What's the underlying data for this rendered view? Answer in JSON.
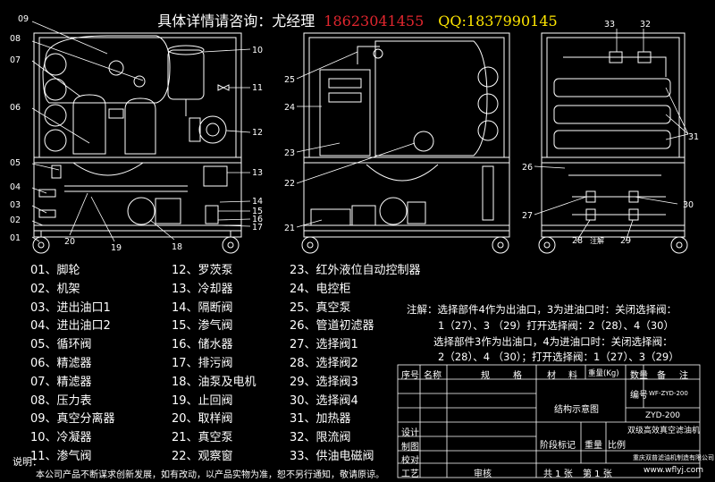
{
  "header": {
    "title": "具体详情请咨询：尤经理",
    "phone": "18623041455",
    "qq": "QQ:1837990145"
  },
  "callouts": {
    "front": [
      "09",
      "08",
      "07",
      "06",
      "05",
      "04",
      "03",
      "02",
      "01",
      "10",
      "11",
      "12",
      "13",
      "14",
      "15",
      "16",
      "17",
      "20",
      "19",
      "18"
    ],
    "middle": [
      "25",
      "24",
      "23",
      "22",
      "21"
    ],
    "side": [
      "33",
      "32",
      "31",
      "26",
      "27",
      "30",
      "28",
      "29"
    ],
    "side_text": "注解"
  },
  "parts_left": [
    "01、脚轮",
    "02、机架",
    "03、进出油口1",
    "04、进出油口2",
    "05、循环阀",
    "06、精滤器",
    "07、精滤器",
    "08、压力表",
    "09、真空分离器",
    "10、冷凝器",
    "11、渗气阀"
  ],
  "parts_middle": [
    "12、罗茨泵",
    "13、冷却器",
    "14、隔断阀",
    "15、渗气阀",
    "16、储水器",
    "17、排污阀",
    "18、油泵及电机",
    "19、止回阀",
    "20、取样阀",
    "21、真空泵",
    "22、观察窗"
  ],
  "parts_right": [
    "23、红外液位自动控制器",
    "24、电控柜",
    "25、真空泵",
    "26、管道初滤器",
    "27、选择阀1",
    "28、选择阀2",
    "29、选择阀3",
    "30、选择阀4",
    "31、加热器",
    "32、限流阀",
    "33、供油电磁阀"
  ],
  "notes": [
    "注解：选择部件4作为出油口，3为进油口时：关闭选择阀：",
    "1（27）、3    （29）打开选择阀：2（28）、4（30）",
    "选择部件3作为出油口，4为进油口时：关闭选择阀：",
    "2（28）、4  （30）；打开选择阀：1（27）、3（29）"
  ],
  "title_block": {
    "header": [
      "序号",
      "名称",
      "规",
      "格",
      "材",
      "料",
      "重量(Kg)",
      "数量",
      "备",
      "注"
    ],
    "drawing_name": "结构示意图",
    "code_label": "编号",
    "code": "WF-ZYD-200",
    "model": "ZYD-200",
    "product": "双级高效真空滤油机",
    "rows": [
      "设计",
      "制图",
      "校对",
      "工艺"
    ],
    "stage_labels": [
      "阶段标记",
      "重量",
      "比例"
    ],
    "audit": "审核",
    "sheets_total": "共 1 张",
    "sheet_no": "第 1 张",
    "company": "重庆双普滤油机制造有限公司",
    "website": "www.wflyj.com"
  },
  "footer": {
    "label": "说明：",
    "text": "本公司产品不断谋求创新发展，如有改动，以产品实物为准，恕不另行通知，敬请原谅。"
  },
  "colors": {
    "background": "#000000",
    "line": "#ffffff",
    "phone": "#e0262e",
    "qq": "#ffe600"
  }
}
